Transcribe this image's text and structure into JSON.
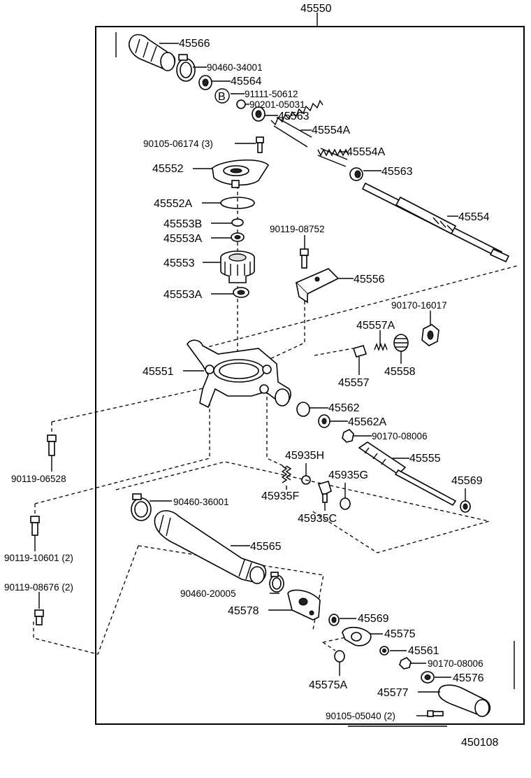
{
  "assembly_number": "45550",
  "diagram_code": "450108",
  "labels": {
    "p45566": "45566",
    "p90460_34001": "90460-34001",
    "p45564": "45564",
    "b_marker": "B",
    "p91111_50612": "91111-50612",
    "p90201_05031": "90201-05031",
    "p45563a": "45563",
    "p45554A": "45554A",
    "p90105_06174": "90105-06174 (3)",
    "p45554A_2": "45554A",
    "p45552": "45552",
    "p45563b": "45563",
    "p45552A": "45552A",
    "p45554": "45554",
    "p45553B": "45553B",
    "p90119_08752": "90119-08752",
    "p45553A": "45553A",
    "p45553": "45553",
    "p45556": "45556",
    "p45553A_2": "45553A",
    "p90170_16017": "90170-16017",
    "p45557A": "45557A",
    "p45551": "45551",
    "p45558": "45558",
    "p45557": "45557",
    "p45562": "45562",
    "p45562A": "45562A",
    "p90170_08006": "90170-08006",
    "p90119_06528": "90119-06528",
    "p45935H": "45935H",
    "p45555": "45555",
    "p45935G": "45935G",
    "p45569": "45569",
    "p45935F": "45935F",
    "p90460_36001": "90460-36001",
    "p45935C": "45935C",
    "p90119_10601": "90119-10601 (2)",
    "p45565": "45565",
    "p90119_08676": "90119-08676 (2)",
    "p90460_20005": "90460-20005",
    "p45578": "45578",
    "p45569_2": "45569",
    "p45575": "45575",
    "p45561": "45561",
    "p90170_08006_2": "90170-08006",
    "p45575A": "45575A",
    "p45576": "45576",
    "p45577": "45577",
    "p90105_05040": "90105-05040 (2)"
  }
}
